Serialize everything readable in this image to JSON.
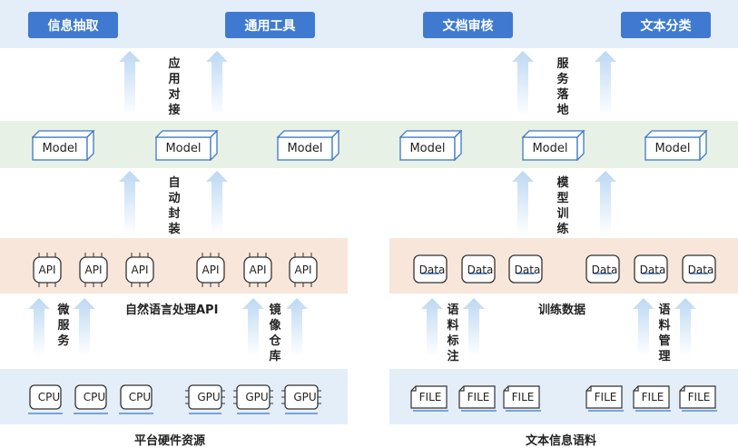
{
  "colors": {
    "band_blue": "#e4eef9",
    "band_green": "#e8f1e6",
    "band_peach": "#f9e6da",
    "tag_blue": "#3f7ad0",
    "arrow": "#cfe3f7",
    "box_stroke": "#3b79c6"
  },
  "top_tags": [
    "信息抽取",
    "通用工具",
    "文档审核",
    "文本分类"
  ],
  "left": {
    "app_label": [
      "应",
      "用",
      "对",
      "接"
    ],
    "pack_label": [
      "自",
      "动",
      "封",
      "装"
    ],
    "micro_label": [
      "微",
      "服",
      "务"
    ],
    "mirror_label": [
      "镜",
      "像",
      "仓",
      "库"
    ],
    "models": [
      "Model",
      "Model",
      "Model"
    ],
    "apis": [
      "API",
      "API",
      "API",
      "API",
      "API",
      "API"
    ],
    "api_caption": "自然语言处理API",
    "cpus": [
      "CPU",
      "CPU",
      "CPU"
    ],
    "gpus": [
      "GPU",
      "GPU",
      "GPU"
    ],
    "bottom_caption": "平台硬件资源"
  },
  "right": {
    "deploy_label": [
      "服",
      "务",
      "落",
      "地"
    ],
    "train_label": [
      "模",
      "型",
      "训",
      "练"
    ],
    "annot_label": [
      "语",
      "料",
      "标",
      "注"
    ],
    "manage_label": [
      "语",
      "料",
      "管",
      "理"
    ],
    "models": [
      "Model",
      "Model",
      "Model"
    ],
    "datas": [
      "Data",
      "Data",
      "Data",
      "Data",
      "Data",
      "Data"
    ],
    "data_caption": "训练数据",
    "files": [
      "FILE",
      "FILE",
      "FILE",
      "FILE",
      "FILE",
      "FILE"
    ],
    "bottom_caption": "文本信息语料"
  }
}
